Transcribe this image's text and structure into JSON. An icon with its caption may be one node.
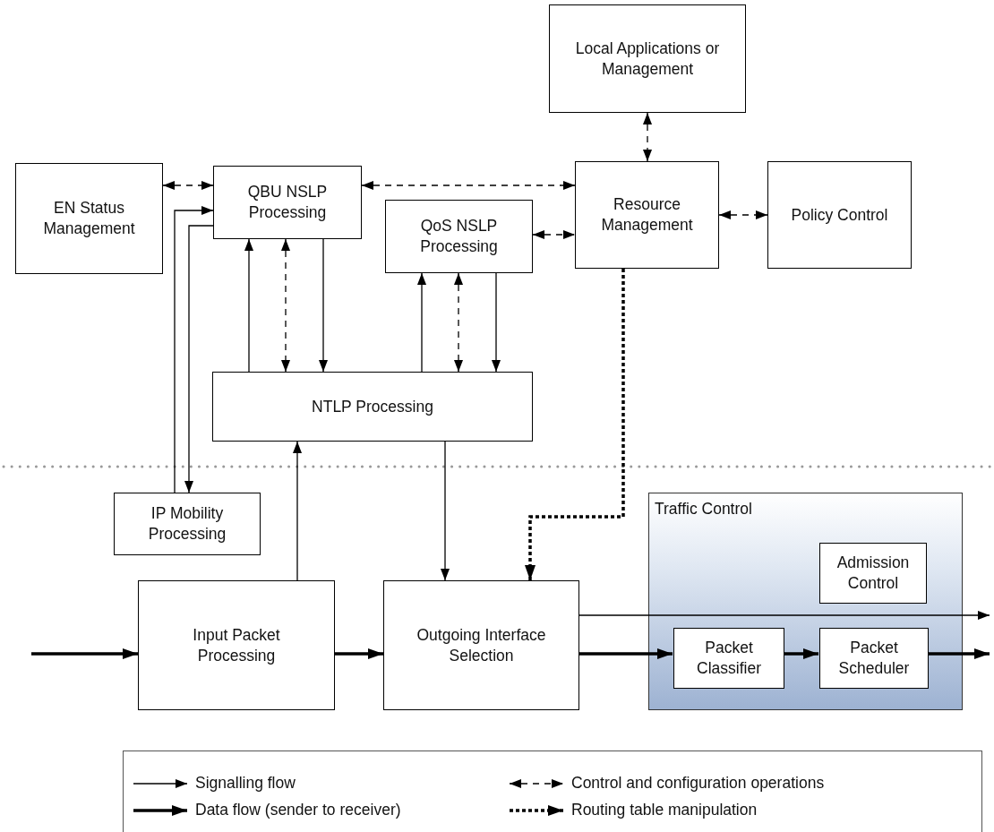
{
  "diagram": {
    "nodes": [
      {
        "text": [
          "Local Applications or Management"
        ]
      },
      {
        "text": [
          "EN Status Management"
        ]
      },
      {
        "text": [
          "QBU NSLP Processing"
        ]
      },
      {
        "text": [
          "QoS NSLP Processing"
        ]
      },
      {
        "text": [
          "Resource Management"
        ]
      },
      {
        "text": [
          "Policy Control"
        ]
      },
      {
        "text": [
          "NTLP Processing"
        ]
      },
      {
        "text": [
          "IP Mobility Processing"
        ]
      },
      {
        "text": [
          "Input Packet Processing"
        ]
      },
      {
        "text": [
          "Outgoing Interface Selection"
        ]
      },
      {
        "text": [
          "Traffic Control"
        ]
      },
      {
        "text": [
          "Admission Control"
        ],
        "in": 10
      },
      {
        "text": [
          "Packet Classifier"
        ],
        "in": 10
      },
      {
        "text": [
          "Packet Scheduler"
        ],
        "in": 10
      }
    ],
    "edges": [
      {
        "from": 0,
        "to": 4,
        "arrow": "both",
        "style": "dashed"
      },
      {
        "from": 1,
        "to": 2,
        "arrow": "both",
        "style": "dashed"
      },
      {
        "from": 2,
        "to": 4,
        "arrow": "both",
        "style": "dashed"
      },
      {
        "from": 3,
        "to": 4,
        "arrow": "both",
        "style": "dashed"
      },
      {
        "from": 4,
        "to": 5,
        "arrow": "both",
        "style": "dashed"
      },
      {
        "from": 6,
        "to": 2,
        "arrow": "to"
      },
      {
        "from": 2,
        "to": 6,
        "arrow": "both",
        "style": "dashed"
      },
      {
        "from": 2,
        "to": 6,
        "arrow": "to"
      },
      {
        "from": 6,
        "to": 3,
        "arrow": "to"
      },
      {
        "from": 3,
        "to": 6,
        "arrow": "both",
        "style": "dashed"
      },
      {
        "from": 3,
        "to": 6,
        "arrow": "to"
      },
      {
        "from": 7,
        "to": 2,
        "arrow": "to"
      },
      {
        "from": 2,
        "to": 7,
        "arrow": "to"
      },
      {
        "from": 8,
        "to": 6,
        "arrow": "to"
      },
      {
        "from": 6,
        "to": 9,
        "arrow": "to"
      },
      {
        "from": 4,
        "to": 9,
        "arrow": "to",
        "style": "dashed"
      },
      {
        "from": null,
        "to": 8,
        "arrow": "to",
        "style": "thick"
      },
      {
        "from": 8,
        "to": 9,
        "arrow": "to",
        "style": "thick"
      },
      {
        "from": 9,
        "to": 12,
        "arrow": "to",
        "style": "thick"
      },
      {
        "from": 12,
        "to": 13,
        "arrow": "to",
        "style": "thick"
      },
      {
        "from": 13,
        "to": null,
        "arrow": "to",
        "style": "thick"
      },
      {
        "from": 9,
        "to": null,
        "arrow": "to"
      }
    ],
    "legend": [
      {
        "text": "Signalling flow"
      },
      {
        "text": "Control and configuration operations"
      },
      {
        "text": "Data flow (sender to receiver)"
      },
      {
        "text": "Routing table manipulation"
      }
    ]
  }
}
